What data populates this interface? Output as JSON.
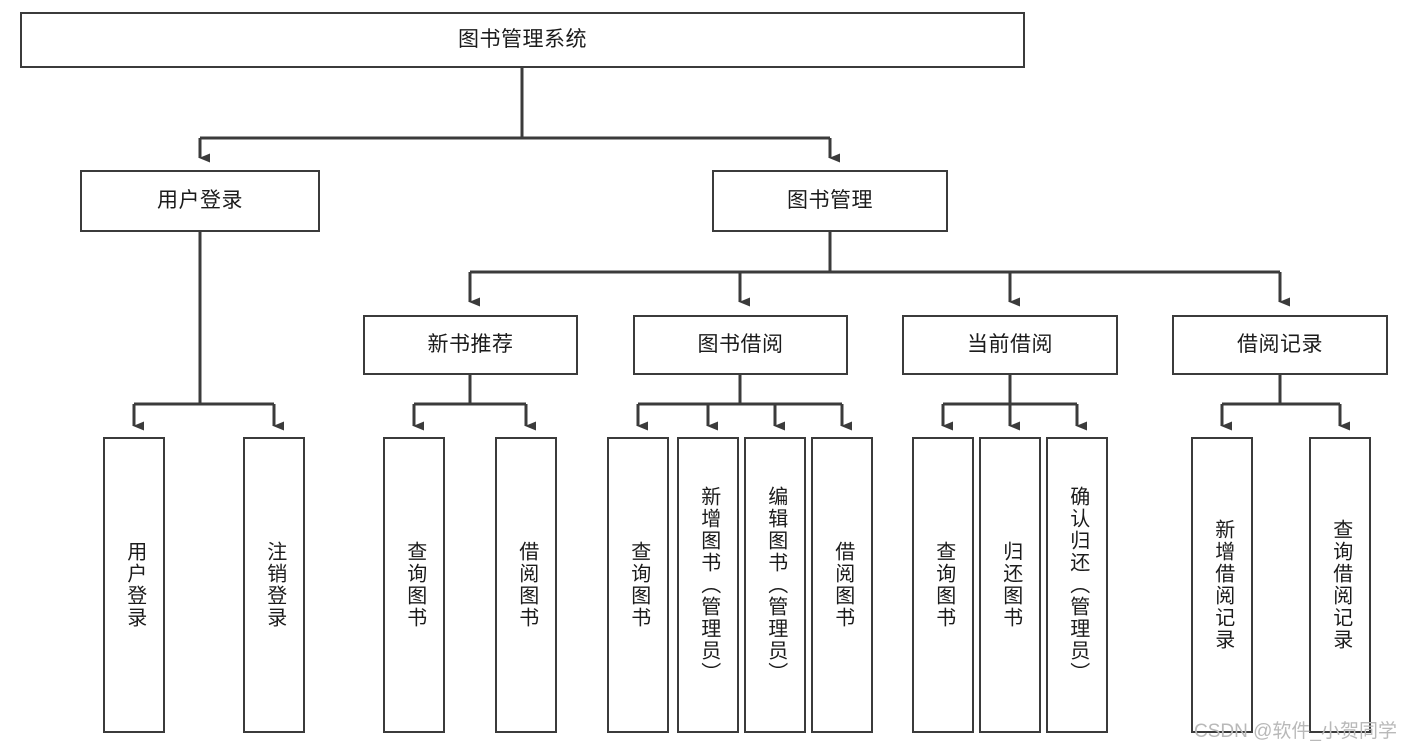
{
  "diagram": {
    "title": "图书管理系统",
    "watermark": "CSDN @软件_小贺同学",
    "line_color": "#3b3b3b",
    "box_fill": "#ffffff",
    "text_color": "#1b1b1b",
    "watermark_color": "#b9b9b9"
  },
  "nodes": {
    "root": {
      "label": "图书管理系统"
    },
    "level2": [
      {
        "label": "用户登录"
      },
      {
        "label": "图书管理"
      }
    ],
    "level3": [
      {
        "label": "新书推荐"
      },
      {
        "label": "图书借阅"
      },
      {
        "label": "当前借阅"
      },
      {
        "label": "借阅记录"
      }
    ],
    "leaves": {
      "user_login": [
        {
          "label": "用户登录"
        },
        {
          "label": "注销登录"
        }
      ],
      "new_book_recommend": [
        {
          "label": "查询图书"
        },
        {
          "label": "借阅图书"
        }
      ],
      "book_borrow": [
        {
          "label": "查询图书"
        },
        {
          "label": "新增图书（管理员）"
        },
        {
          "label": "编辑图书（管理员）"
        },
        {
          "label": "借阅图书"
        }
      ],
      "current_borrow": [
        {
          "label": "查询图书"
        },
        {
          "label": "归还图书"
        },
        {
          "label": "确认归还（管理员）"
        }
      ],
      "borrow_record": [
        {
          "label": "新增借阅记录"
        },
        {
          "label": "查询借阅记录"
        }
      ]
    }
  },
  "chart_data": {
    "type": "table",
    "title": "图书管理系统 功能结构图",
    "tree": {
      "name": "图书管理系统",
      "children": [
        {
          "name": "用户登录",
          "children": [
            {
              "name": "用户登录"
            },
            {
              "name": "注销登录"
            }
          ]
        },
        {
          "name": "图书管理",
          "children": [
            {
              "name": "新书推荐",
              "children": [
                {
                  "name": "查询图书"
                },
                {
                  "name": "借阅图书"
                }
              ]
            },
            {
              "name": "图书借阅",
              "children": [
                {
                  "name": "查询图书"
                },
                {
                  "name": "新增图书（管理员）"
                },
                {
                  "name": "编辑图书（管理员）"
                },
                {
                  "name": "借阅图书"
                }
              ]
            },
            {
              "name": "当前借阅",
              "children": [
                {
                  "name": "查询图书"
                },
                {
                  "name": "归还图书"
                },
                {
                  "name": "确认归还（管理员）"
                }
              ]
            },
            {
              "name": "借阅记录",
              "children": [
                {
                  "name": "新增借阅记录"
                },
                {
                  "name": "查询借阅记录"
                }
              ]
            }
          ]
        }
      ]
    }
  }
}
